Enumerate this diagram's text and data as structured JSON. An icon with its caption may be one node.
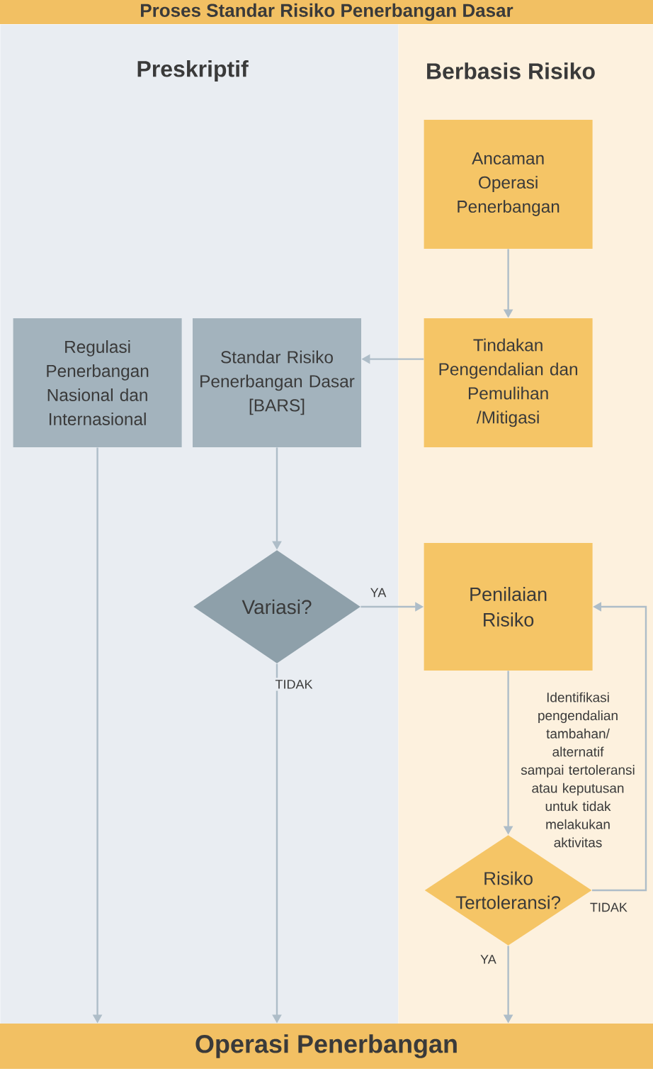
{
  "diagram": {
    "title": "Proses Standar Risiko Penerbangan Dasar",
    "nodes": [
      {
        "text": [
          "Preskriptif"
        ]
      },
      {
        "text": [
          "Berbasis Risiko"
        ]
      },
      {
        "text": [
          "Ancaman Operasi Penerbangan"
        ],
        "in": 1
      },
      {
        "text": [
          "Regulasi Penerbangan Nasional dan Internasional"
        ],
        "in": 0
      },
      {
        "text": [
          "Standar Risiko Penerbangan Dasar [BARS]"
        ],
        "in": 0
      },
      {
        "text": [
          "Tindakan Pengendalian dan Pemulihan /Mitigasi"
        ],
        "in": 1
      },
      {
        "text": [
          "Variasi?"
        ],
        "in": 0
      },
      {
        "text": [
          "Penilaian Risiko"
        ],
        "in": 1
      },
      {
        "text": [
          "Risiko Tertoleransi?"
        ],
        "in": 1
      },
      {
        "text": [
          "Operasi Penerbangan"
        ]
      }
    ],
    "edges": [
      {
        "from": 2,
        "to": 5,
        "arrow": "to"
      },
      {
        "from": 5,
        "to": 4,
        "arrow": "to"
      },
      {
        "from": 4,
        "to": 6,
        "arrow": "to"
      },
      {
        "from": 6,
        "to": 7,
        "arrow": "to",
        "label": "YA"
      },
      {
        "from": 6,
        "to": 9,
        "arrow": "to",
        "label": "TIDAK"
      },
      {
        "from": 3,
        "to": 9,
        "arrow": "to"
      },
      {
        "from": 7,
        "to": 8,
        "arrow": "to",
        "label": "Identifikasi pengendalian tambahan/ alternatif sampai tertoleransi atau keputusan untuk tidak melakukan aktivitas"
      },
      {
        "from": 8,
        "to": 7,
        "arrow": "to",
        "label": "TIDAK"
      },
      {
        "from": 8,
        "to": 9,
        "arrow": "to",
        "label": "YA"
      }
    ]
  }
}
